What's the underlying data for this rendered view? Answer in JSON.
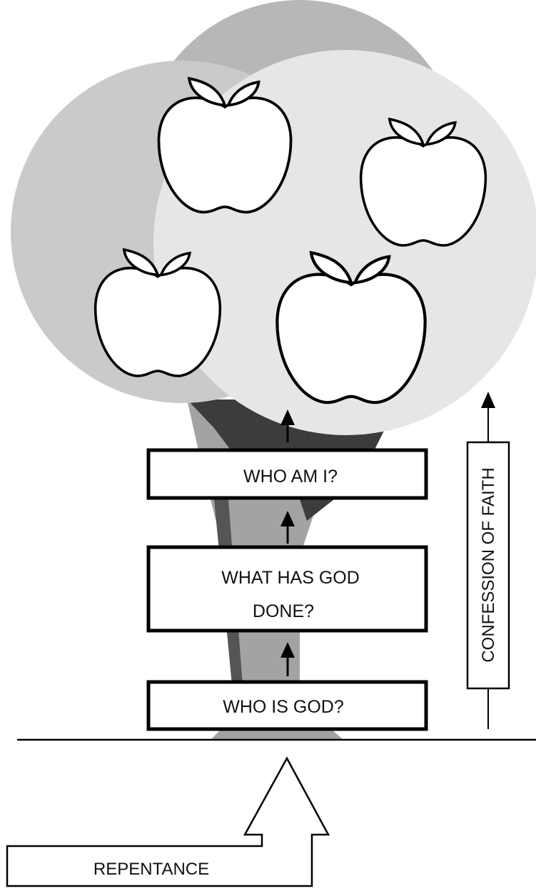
{
  "diagram": {
    "boxes": {
      "who_am_i": "WHO AM I?",
      "what_has_god_done_line1": "WHAT HAS GOD",
      "what_has_god_done_line2": "DONE?",
      "who_is_god": "WHO IS GOD?"
    },
    "side_label": "CONFESSION OF FAITH",
    "base_label": "REPENTANCE"
  }
}
